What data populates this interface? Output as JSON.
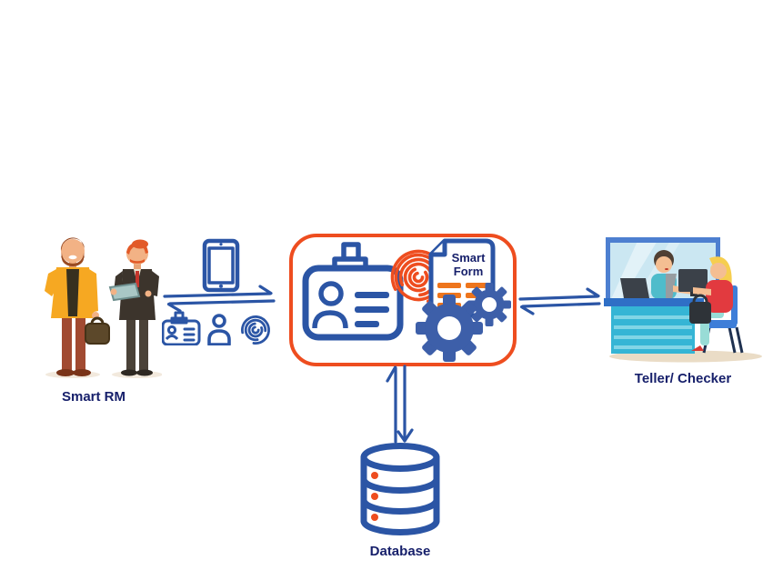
{
  "labels": {
    "smart_rm": "Smart RM",
    "teller_checker": "Teller/ Checker",
    "database": "Database"
  },
  "process_box": {
    "smart_form_line1": "Smart",
    "smart_form_line2": "Form"
  },
  "colors": {
    "icon_blue": "#2B55A5",
    "accent_orange": "#EE4D1F",
    "form_bar_orange": "#EE751C",
    "gear_blue": "#3D5FA9",
    "label_navy": "#17206B"
  },
  "icons": {
    "tablet": "tablet-icon",
    "id_card": "id-card-icon",
    "person": "person-icon",
    "fingerprint_small": "fingerprint-icon",
    "badge": "badge-icon",
    "fingerprint_large": "fingerprint-icon",
    "smart_form": "smart-form-document-icon",
    "gears": "gears-icon",
    "database": "database-icon"
  }
}
